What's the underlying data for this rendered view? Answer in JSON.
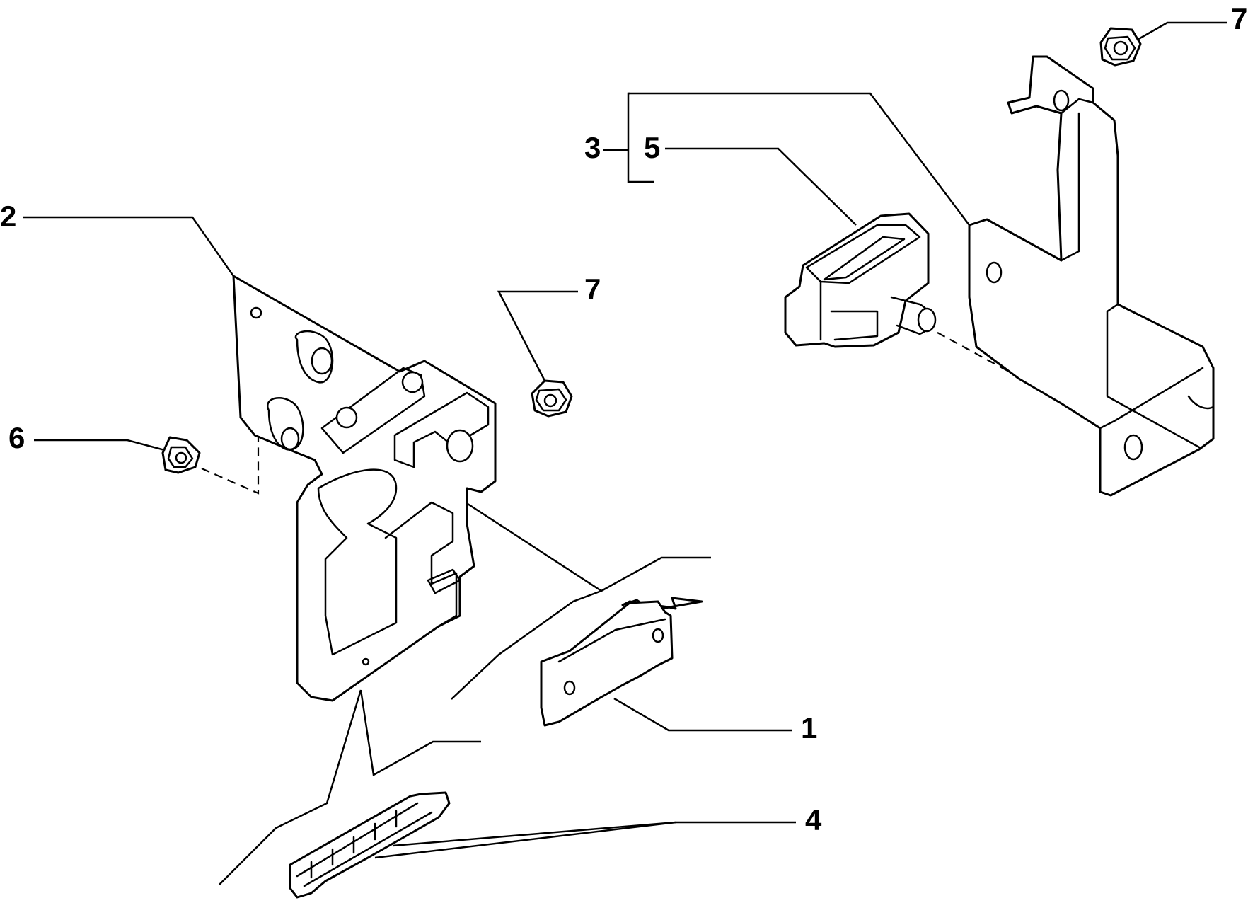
{
  "callouts": {
    "c1": "1",
    "c2": "2",
    "c3": "3",
    "c4": "4",
    "c5": "5",
    "c6": "6",
    "c7_top": "7",
    "c7_mid": "7"
  },
  "parts": [
    {
      "ref": "1",
      "icon": "hinge-bracket-small-icon"
    },
    {
      "ref": "2",
      "icon": "mounting-plate-icon"
    },
    {
      "ref": "3",
      "icon": "bracket-assembly-icon"
    },
    {
      "ref": "4",
      "icon": "hinge-pin-icon"
    },
    {
      "ref": "5",
      "icon": "housing-icon"
    },
    {
      "ref": "6",
      "icon": "hex-nut-icon"
    },
    {
      "ref": "7",
      "icon": "hex-nut-icon"
    }
  ]
}
